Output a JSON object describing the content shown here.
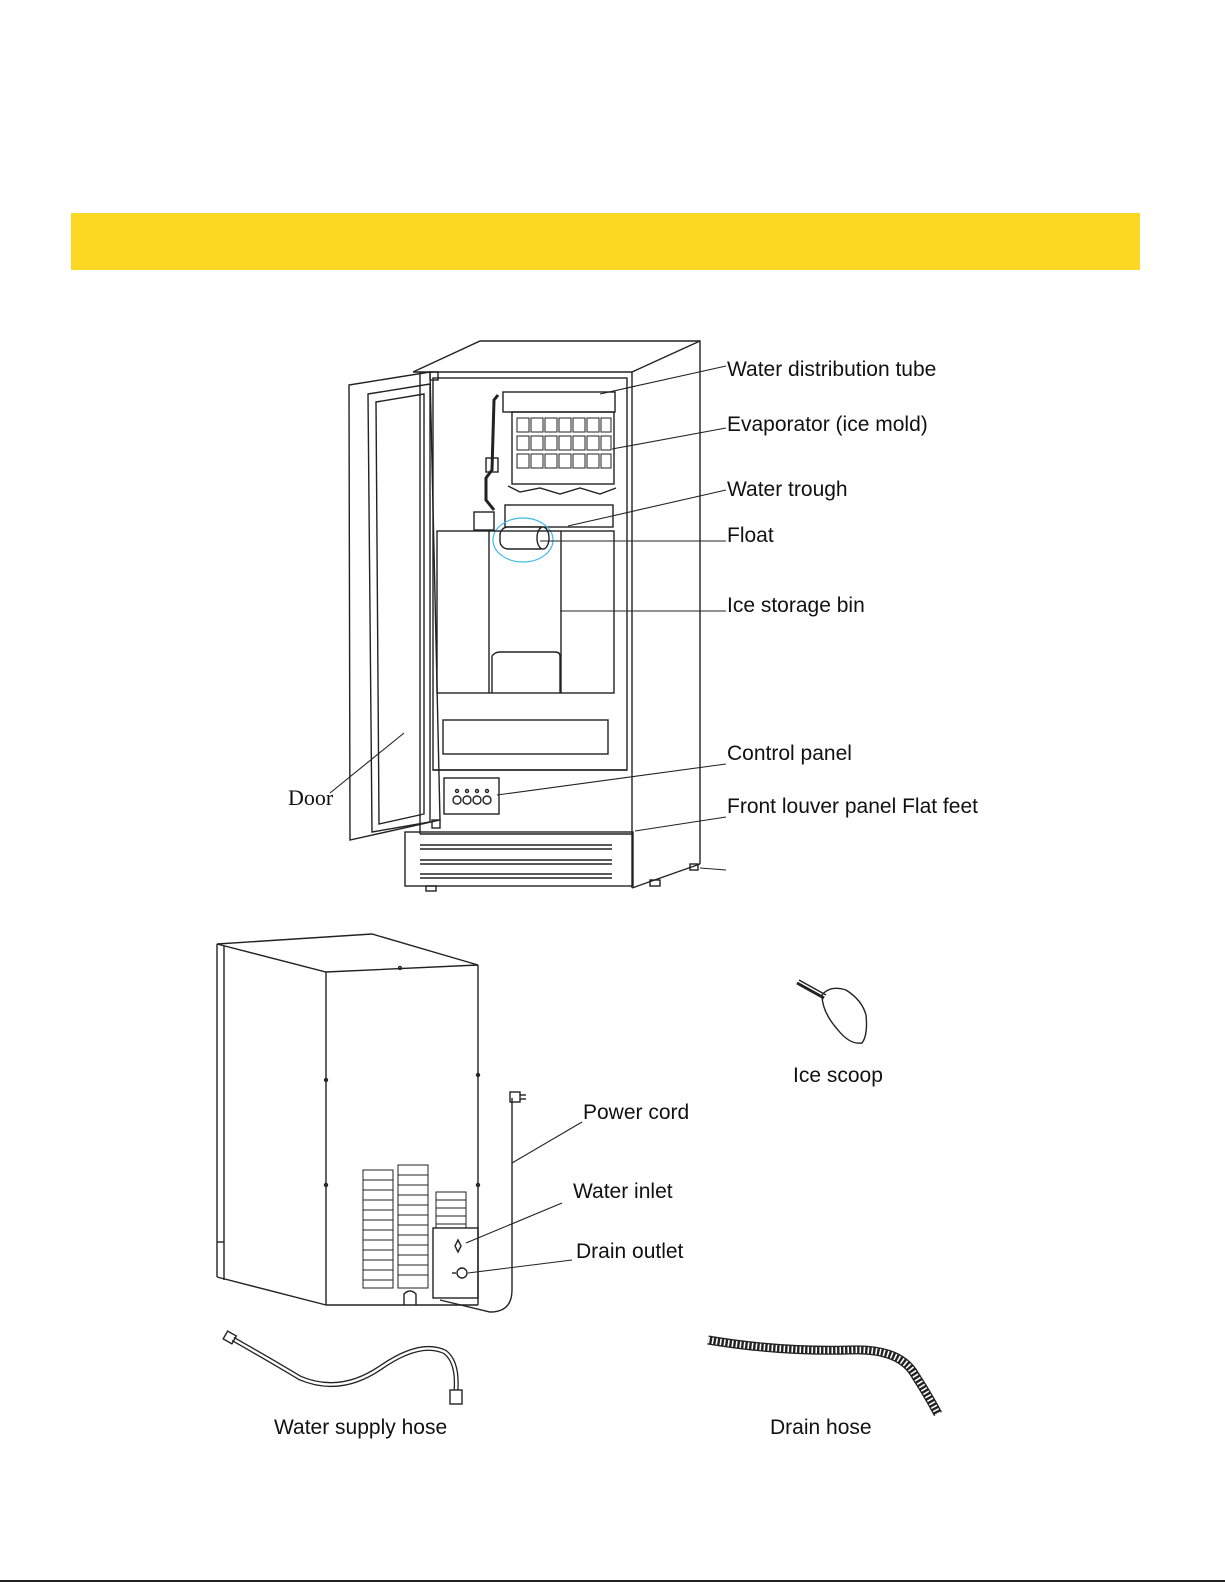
{
  "colors": {
    "banner": "#FDD822",
    "line": "#222222",
    "float_highlight": "#3FB8E8"
  },
  "labels": {
    "water_distribution_tube": "Water distribution tube",
    "evaporator": "Evaporator (ice mold)",
    "water_trough": "Water trough",
    "float": "Float",
    "ice_storage_bin": "Ice storage bin",
    "control_panel": "Control panel",
    "front_louver_panel": "Front louver panel Flat feet",
    "door": "Door",
    "ice_scoop": "Ice scoop",
    "power_cord": "Power cord",
    "water_inlet": "Water inlet",
    "drain_outlet": "Drain outlet",
    "water_supply_hose": "Water supply hose",
    "drain_hose": "Drain hose"
  }
}
